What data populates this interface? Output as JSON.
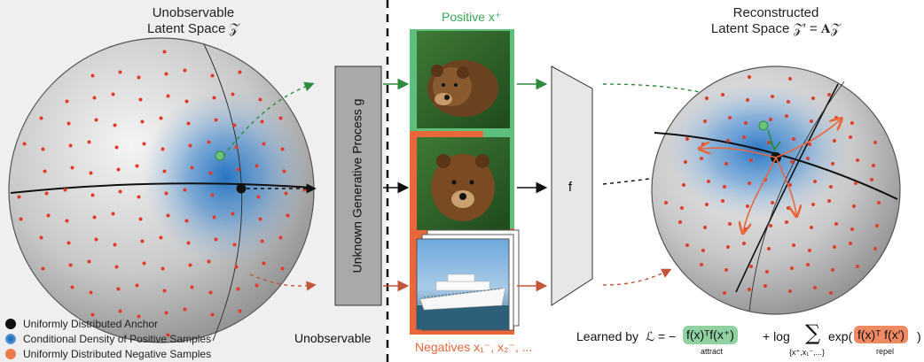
{
  "left_panel": {
    "title_line1": "Unobservable",
    "title_line2": "Latent Space 𝒵"
  },
  "right_panel": {
    "title_line1": "Reconstructed",
    "title_line2": "Latent Space 𝒵′ = 𝐀𝒵"
  },
  "generator": {
    "label": "Unknown Generative Process g"
  },
  "encoder": {
    "label": "f"
  },
  "divider": {
    "label": "Unobservable"
  },
  "images": {
    "positive_label": "Positive x⁺",
    "negatives_label": "Negatives x₁⁻, x₂⁻, ..."
  },
  "legend": [
    {
      "label": "Uniformly Distributed Anchor",
      "color": "#111111"
    },
    {
      "label": "Conditional Density of Positive Samples",
      "color": "#2e7bc4"
    },
    {
      "label": "Uniformly Distributed Negative Samples",
      "color": "#f07a4e"
    }
  ],
  "loss": {
    "prefix": "Learned by",
    "lhs": "ℒ = −",
    "attract_term": "f(x)ᵀf(x⁺)",
    "attract_label": "attract",
    "middle": "+ log",
    "sum_symbol": "∑",
    "sum_index": "{x⁺,x₁⁻,...}",
    "exp_open": "exp(",
    "repel_term": "f(x)ᵀ f(x′)",
    "exp_close": ")",
    "repel_label": "repel"
  },
  "colors": {
    "green": "#5cbf7b",
    "orange": "#e8673b",
    "blue": "#2e7bc4",
    "gray_box": "#a9a9a9",
    "panel_bg": "#efefef",
    "dot_red": "#e53a2a"
  }
}
